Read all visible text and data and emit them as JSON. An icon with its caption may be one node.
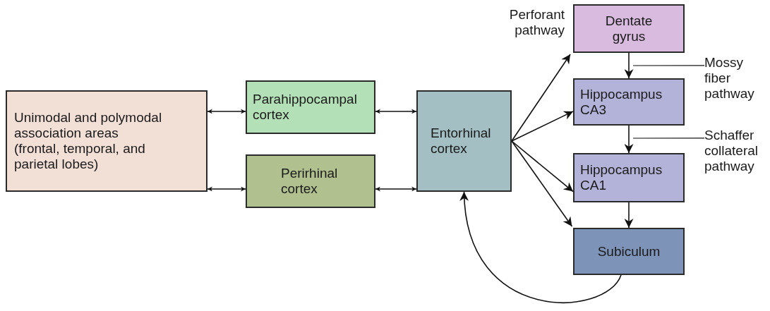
{
  "diagram": {
    "nodes": [
      {
        "text": [
          "Unimodal and polymodal association areas (frontal, temporal, and parietal lobes)"
        ]
      },
      {
        "text": [
          "Parahippocampal cortex"
        ]
      },
      {
        "text": [
          "Perirhinal cortex"
        ]
      },
      {
        "text": [
          "Entorhinal cortex"
        ]
      },
      {
        "text": [
          "Dentate gyrus"
        ]
      },
      {
        "text": [
          "Hippocampus CA3"
        ]
      },
      {
        "text": [
          "Hippocampus CA1"
        ]
      },
      {
        "text": [
          "Subiculum"
        ]
      },
      {
        "text": [
          "Mossy fiber pathway"
        ]
      },
      {
        "text": [
          "Schaffer collateral pathway"
        ]
      }
    ],
    "edges": [
      {
        "from": 0,
        "to": 1,
        "arrow": "both"
      },
      {
        "from": 0,
        "to": 2,
        "arrow": "both"
      },
      {
        "from": 1,
        "to": 3,
        "arrow": "both"
      },
      {
        "from": 2,
        "to": 3,
        "arrow": "both"
      },
      {
        "from": 3,
        "to": 4,
        "arrow": "to"
      },
      {
        "from": 3,
        "to": 5,
        "arrow": "to"
      },
      {
        "from": 3,
        "to": 6,
        "arrow": "to"
      },
      {
        "from": 3,
        "to": 7,
        "arrow": "to"
      },
      {
        "from": 4,
        "to": 5,
        "arrow": "to"
      },
      {
        "from": 5,
        "to": 6,
        "arrow": "to"
      },
      {
        "from": 6,
        "to": 7,
        "arrow": "to"
      },
      {
        "from": 7,
        "to": 3,
        "arrow": "to"
      },
      {
        "from": 8,
        "to": null,
        "arrow": "none"
      },
      {
        "from": 9,
        "to": null,
        "arrow": "none"
      }
    ],
    "labels": [
      "Perforant pathway"
    ]
  }
}
